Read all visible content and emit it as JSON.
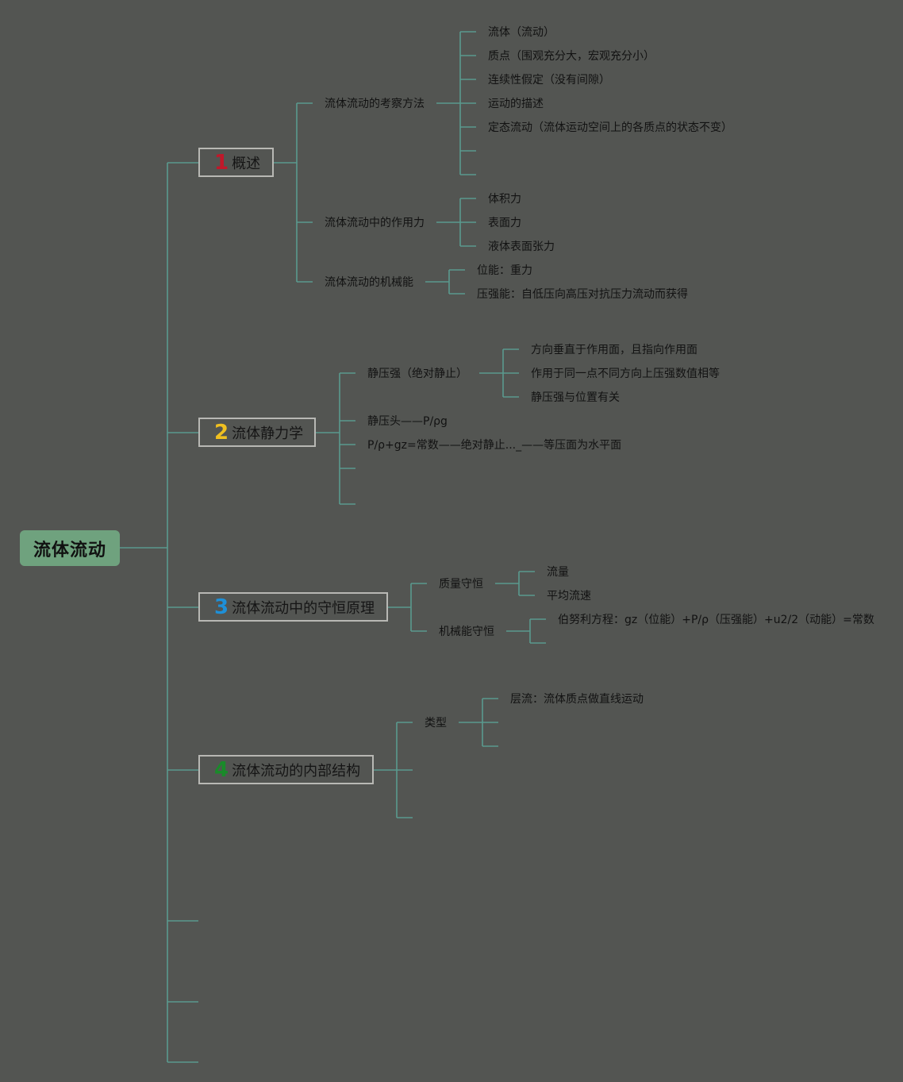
{
  "root": {
    "label": "流体流动",
    "color": "#6fa27e"
  },
  "line_color": "#5a9a8e",
  "branches": [
    {
      "number": "1",
      "number_color": "#c0182a",
      "label": "概述",
      "children": [
        {
          "label": "流体流动的考察方法",
          "children": [
            "流体（流动）",
            "质点（围观充分大，宏观充分小）",
            "连续性假定（没有间隙）",
            "运动的描述",
            "定态流动（流体运动空间上的各质点的状态不变）",
            "",
            ""
          ]
        },
        {
          "label": "流体流动中的作用力",
          "children": [
            "体积力",
            "表面力",
            "液体表面张力"
          ]
        },
        {
          "label": "流体流动的机械能",
          "children": [
            "位能：重力",
            "压强能：自低压向高压对抗压力流动而获得"
          ]
        }
      ]
    },
    {
      "number": "2",
      "number_color": "#f0c020",
      "label": "流体静力学",
      "children": [
        {
          "label": "静压强（绝对静止）",
          "children": [
            "方向垂直于作用面，且指向作用面",
            "作用于同一点不同方向上压强数值相等",
            "静压强与位置有关"
          ]
        },
        {
          "label": "静压头——P/ρg",
          "children": []
        },
        {
          "label": "P/ρ+gz=常数——绝对静止..._——等压面为水平面",
          "children": []
        },
        {
          "label": "",
          "children": []
        },
        {
          "label": "",
          "children": []
        }
      ]
    },
    {
      "number": "3",
      "number_color": "#1e90d8",
      "label": "流体流动中的守恒原理",
      "children": [
        {
          "label": "质量守恒",
          "children": [
            "流量",
            "平均流速"
          ]
        },
        {
          "label": "机械能守恒",
          "children": [
            "伯努利方程：gz（位能）+P/ρ（压强能）+u2/2（动能）=常数",
            ""
          ]
        }
      ]
    },
    {
      "number": "4",
      "number_color": "#1a8a2a",
      "label": "流体流动的内部结构",
      "children": [
        {
          "label": "类型",
          "children": [
            "层流：流体质点做直线运动",
            "",
            ""
          ]
        },
        {
          "label": "",
          "children": []
        },
        {
          "label": "",
          "children": []
        }
      ]
    }
  ]
}
